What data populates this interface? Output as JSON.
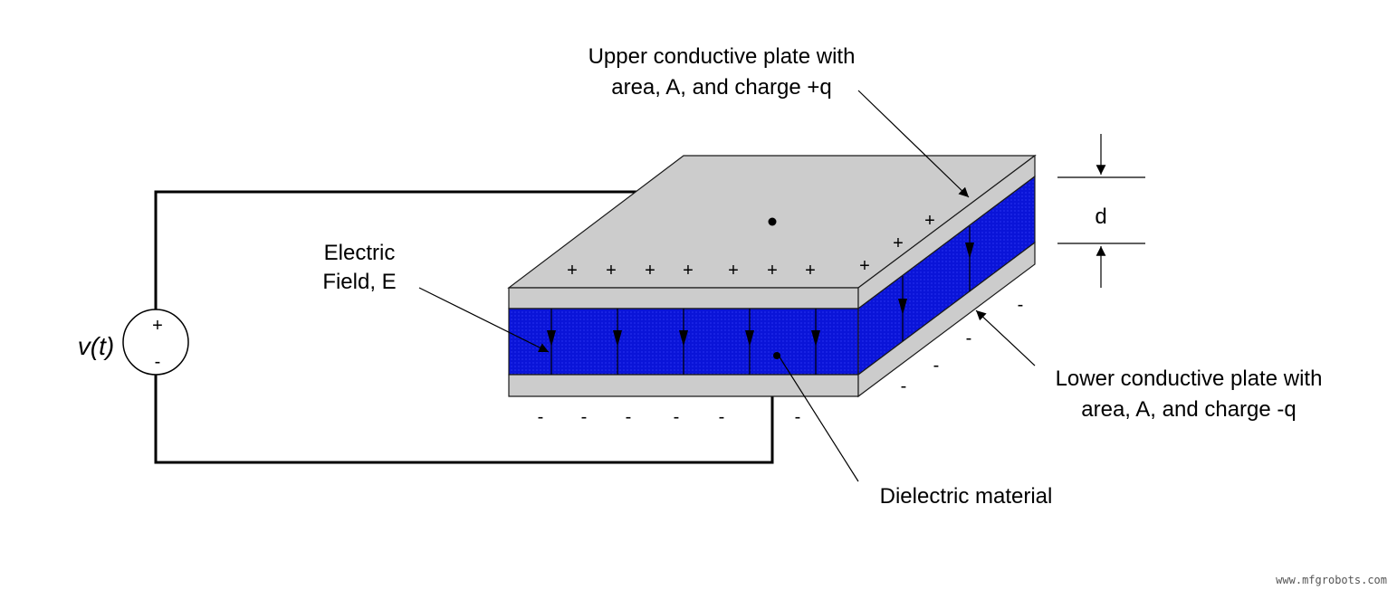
{
  "labels": {
    "upper_plate_line1": "Upper conductive plate with",
    "upper_plate_line2": "area, A, and charge +q",
    "lower_plate_line1": "Lower conductive plate with",
    "lower_plate_line2": "area, A, and charge -q",
    "field_line1": "Electric",
    "field_line2": "Field, E",
    "dielectric": "Dielectric material",
    "separation": "d",
    "source": "v(t)",
    "source_plus": "+",
    "source_minus": "-"
  },
  "charges": {
    "positive": [
      "+",
      "+",
      "+",
      "+",
      "+",
      "+",
      "+",
      "+",
      "+",
      "+"
    ],
    "negative": [
      "-",
      "-",
      "-",
      "-",
      "-",
      "-",
      "-",
      "-",
      "-",
      "-"
    ]
  },
  "watermark": "www.mfgrobots.com",
  "colors": {
    "plate": "#cccccc",
    "dielectric": "#0a14d8",
    "outline": "#1a1a1a",
    "wire": "#000000"
  }
}
